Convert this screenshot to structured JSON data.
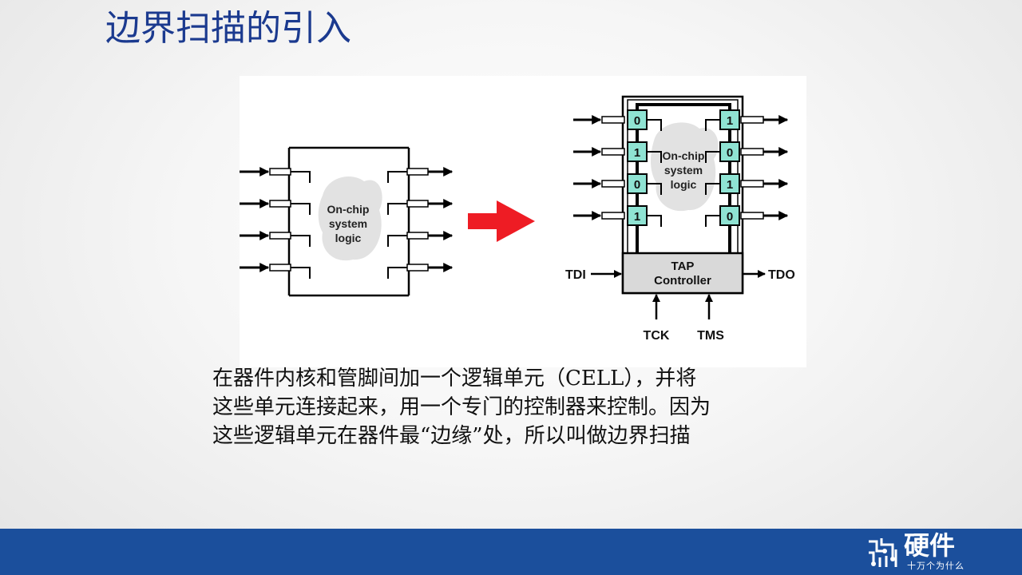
{
  "slide": {
    "title": "边界扫描的引入",
    "caption_lines": [
      "在器件内核和管脚间加一个逻辑单元（CELL），并将",
      "这些单元连接起来，用一个专门的控制器来控制。因为",
      "这些逻辑单元在器件最“边缘”处，所以叫做边界扫描"
    ]
  },
  "figure": {
    "left": {
      "logic_lines": [
        "On-chip",
        "system",
        "logic"
      ]
    },
    "right": {
      "logic_lines": [
        "On-chip",
        "system",
        "logic"
      ],
      "left_cells": [
        "0",
        "1",
        "0",
        "1"
      ],
      "right_cells": [
        "1",
        "0",
        "1",
        "0"
      ],
      "tap_lines": [
        "TAP",
        "Controller"
      ],
      "tdi": "TDI",
      "tdo": "TDO",
      "tck": "TCK",
      "tms": "TMS"
    },
    "colors": {
      "arrow": "#ee1c24",
      "cell": "#8fe3d3",
      "blob": "#e2e2e2"
    }
  },
  "footer": {
    "logo_name": "硬件",
    "logo_tagline": "十万个为什么"
  }
}
